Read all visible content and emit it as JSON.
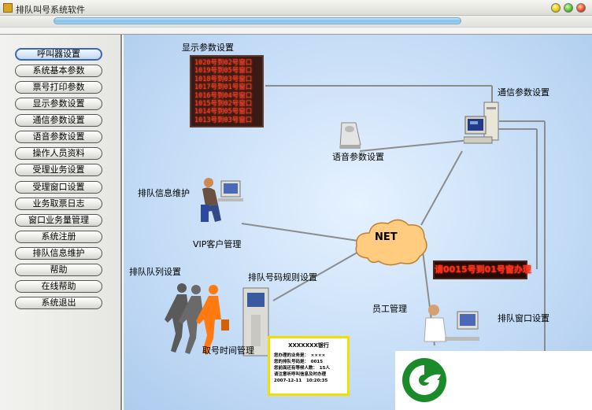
{
  "window": {
    "title": "排队叫号系统软件"
  },
  "sidebar": {
    "items": [
      {
        "label": "呼叫器设置",
        "active": true
      },
      {
        "label": "系统基本参数"
      },
      {
        "label": "票号打印参数"
      },
      {
        "label": "显示参数设置"
      },
      {
        "label": "通信参数设置"
      },
      {
        "label": "语音参数设置"
      },
      {
        "label": "操作人员资料"
      },
      {
        "label": "受理业务设置"
      },
      {
        "label": "受理窗口设置"
      },
      {
        "label": "业务取票日志"
      },
      {
        "label": "窗口业务量管理"
      },
      {
        "label": "系统注册"
      },
      {
        "label": "排队信息维护"
      },
      {
        "label": "帮助"
      },
      {
        "label": "在线帮助"
      },
      {
        "label": "系统退出"
      }
    ]
  },
  "diagram": {
    "display_settings": "显示参数设置",
    "comm_settings": "通信参数设置",
    "voice_settings": "语音参数设置",
    "queue_info": "排队信息维护",
    "vip": "VIP客户管理",
    "net": "NET",
    "queue_list": "排队队列设置",
    "number_rules": "排队号码规则设置",
    "staff": "员工管理",
    "window_settings": "排队窗口设置",
    "ticket_time": "取号时间管理",
    "led_rows": [
      "1020号到02号窗口",
      "1019号到05号窗口",
      "1018号到03号窗口",
      "1017号到01号窗口",
      "1016号到04号窗口",
      "1015号到02号窗口",
      "1014号到05号窗口",
      "1013号到03号窗口"
    ],
    "led_strip": "请0015号到01号窗办理",
    "ticket": {
      "title": "XXXXXXX银行",
      "line1": "您办理的业务是：　××××",
      "line2": "您的排队号码是：　0015",
      "line3": "您前面还有等候人数：　15人",
      "line4": "请注意听呼叫信息及时办理",
      "date": "2007-12-11",
      "time": "10:20:35"
    }
  },
  "colors": {
    "accent": "#3a68b8",
    "diagram_bg": "#c4dcf6",
    "led_red": "#ff3a20",
    "logo_green": "#1a8a2a"
  }
}
